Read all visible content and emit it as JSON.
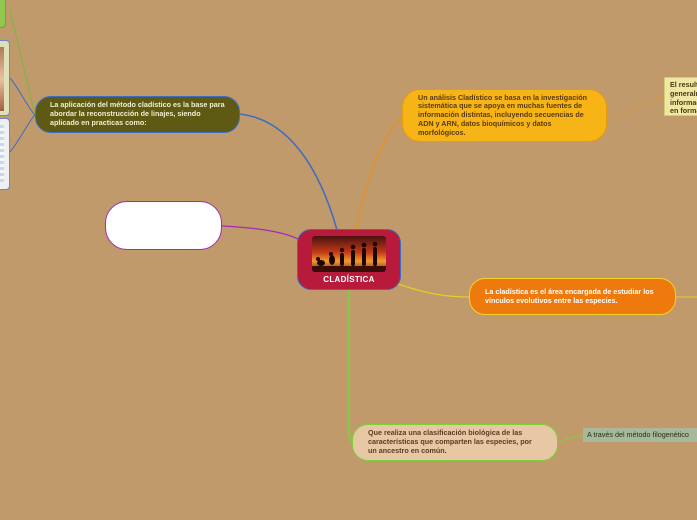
{
  "center": {
    "title": "CLADÍSTICA",
    "image_icon": "human-evolution-image"
  },
  "nodes": {
    "application": "La aplicación del método cladístico es la base para abordar la reconstrucción de linajes, siendo aplicado en practicas como:",
    "blank": "",
    "analysis": "Un análisis Cladístico se basa en la investigación sistemática que se apoya en muchas fuentes de información distintas, incluyendo secuencias de ADN y ARN, datos bioquímicos y datos morfológicos.",
    "result": "El resultado generalmente información en forma",
    "cladistica_area": "La cladística es el área encargada de estudiar los vínculos evolutivos entre las especies.",
    "realiza": "Que realiza una clasificación biológica de las características que comparten las especies, por un ancestro en común.",
    "metodo": "A través del método filogenético"
  },
  "colors": {
    "background": "#c19a6b",
    "center": "#b71a3a",
    "application": "#5e5a14",
    "analysis": "#f6b416",
    "cladistica_area": "#ee7a0e",
    "realiza": "#e8c7a5",
    "edge_blue": "#3d6cc2",
    "edge_purple": "#a22bb0",
    "edge_orange": "#e8901a",
    "edge_yellow": "#e0d028",
    "edge_green": "#7ad23a"
  }
}
